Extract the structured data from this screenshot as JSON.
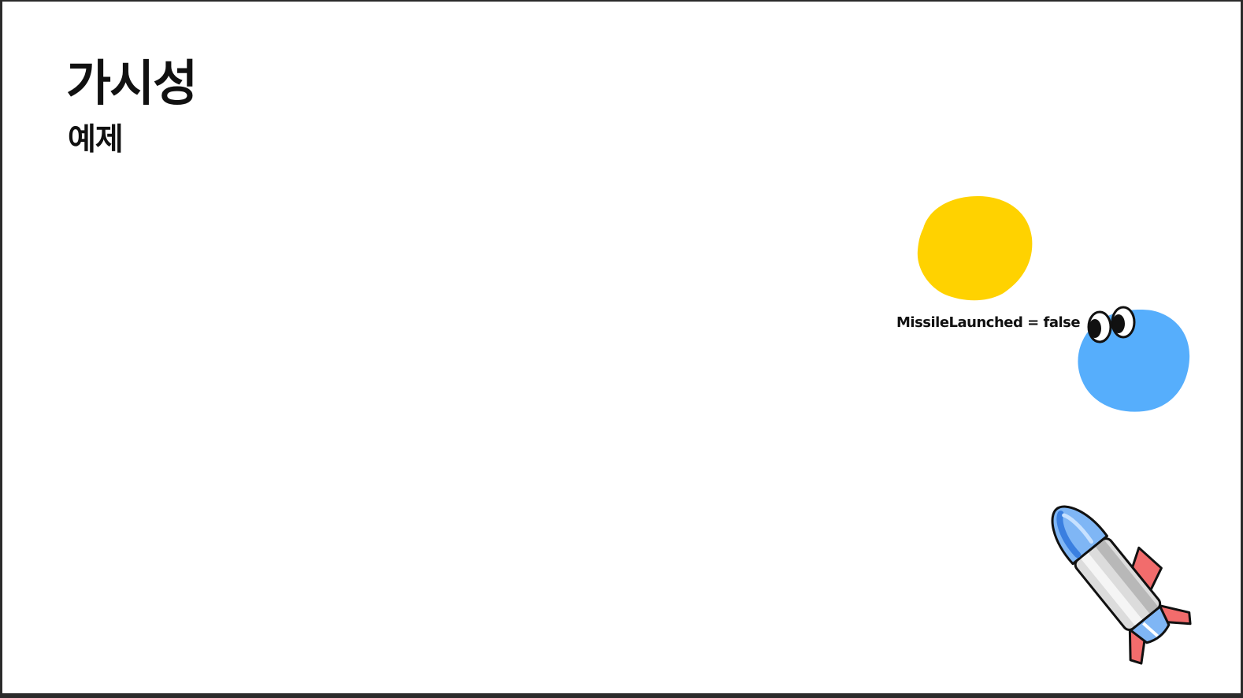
{
  "slide": {
    "title": "가시성",
    "subtitle": "예제",
    "state_label": "MissileLaunched = false"
  },
  "colors": {
    "background": "#ffffff",
    "frame": "#2b2b2b",
    "text": "#111111",
    "sun_blob": "#ffd200",
    "character_blob": "#56aefc",
    "missile_body": "#d9d9d9",
    "missile_nose": "#7fb6f5",
    "missile_fins": "#f26c6c"
  },
  "icons": {
    "sun": "yellow-circle-icon",
    "character": "blue-character-with-eyes-icon",
    "missile": "missile-icon"
  }
}
